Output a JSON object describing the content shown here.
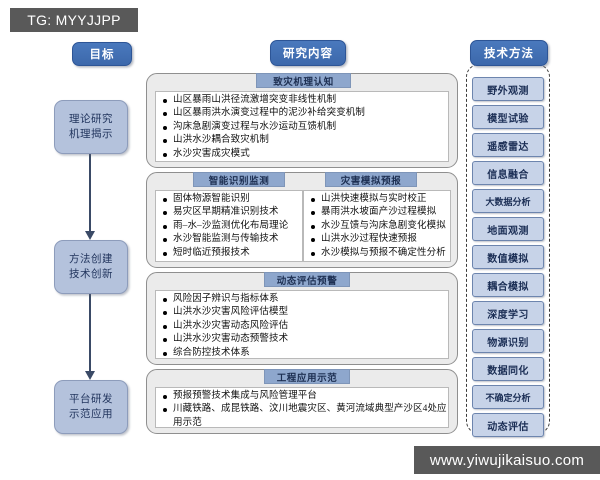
{
  "watermarks": {
    "top": "TG: MYYJJPP",
    "bottom": "www.yiwujikaisuo.com"
  },
  "colors": {
    "header_blue": "#3c68ab",
    "stage_blue": "#b4c2dc",
    "tab_blue": "#8ea7cd",
    "panel_gray": "#ebebeb",
    "method_blue": "#c7d3e8",
    "arrow": "#3a4a66"
  },
  "columns": {
    "goal": {
      "header": "目标"
    },
    "content": {
      "header": "研究内容"
    },
    "method": {
      "header": "技术方法"
    }
  },
  "stages": [
    {
      "line1": "理论研究",
      "line2": "机理揭示"
    },
    {
      "line1": "方法创建",
      "line2": "技术创新"
    },
    {
      "line1": "平台研发",
      "line2": "示范应用"
    }
  ],
  "panels": [
    {
      "groups": [
        {
          "title": "致灾机理认知",
          "items": [
            "山区暴雨山洪径流激增突变非线性机制",
            "山区暴雨洪水演变过程中的泥沙补给突变机制",
            "沟床急剧演变过程与水沙运动互馈机制",
            "山洪水沙耦合致灾机制",
            "水沙灾害成灾模式"
          ]
        }
      ]
    },
    {
      "groups": [
        {
          "title": "智能识别监测",
          "items": [
            "固体物源智能识别",
            "易灾区早期精准识别技术",
            "雨–水–沙监测优化布局理论",
            "水沙智能监测与传输技术",
            "短时临近预报技术"
          ]
        },
        {
          "title": "灾害模拟预报",
          "items": [
            "山洪快速模拟与实时校正",
            "暴雨洪水坡面产沙过程模拟",
            "水沙互馈与沟床急剧变化模拟",
            "山洪水沙过程快速预报",
            "水沙模拟与预报不确定性分析"
          ]
        }
      ]
    },
    {
      "groups": [
        {
          "title": "动态评估预警",
          "items": [
            "风险因子辨识与指标体系",
            "山洪水沙灾害风险评估模型",
            "山洪水沙灾害动态风险评估",
            "山洪水沙灾害动态预警技术",
            "综合防控技术体系"
          ]
        }
      ]
    },
    {
      "groups": [
        {
          "title": "工程应用示范",
          "items": [
            "预报预警技术集成与风险管理平台",
            "川藏铁路、成昆铁路、汶川地震灾区、黄河流域典型产沙区4处应用示范"
          ]
        }
      ]
    }
  ],
  "methods": [
    "野外观测",
    "模型试验",
    "遥感雷达",
    "信息融合",
    "大数据分析",
    "地面观测",
    "数值模拟",
    "耦合模拟",
    "深度学习",
    "物源识别",
    "数据同化",
    "不确定分析",
    "动态评估"
  ]
}
